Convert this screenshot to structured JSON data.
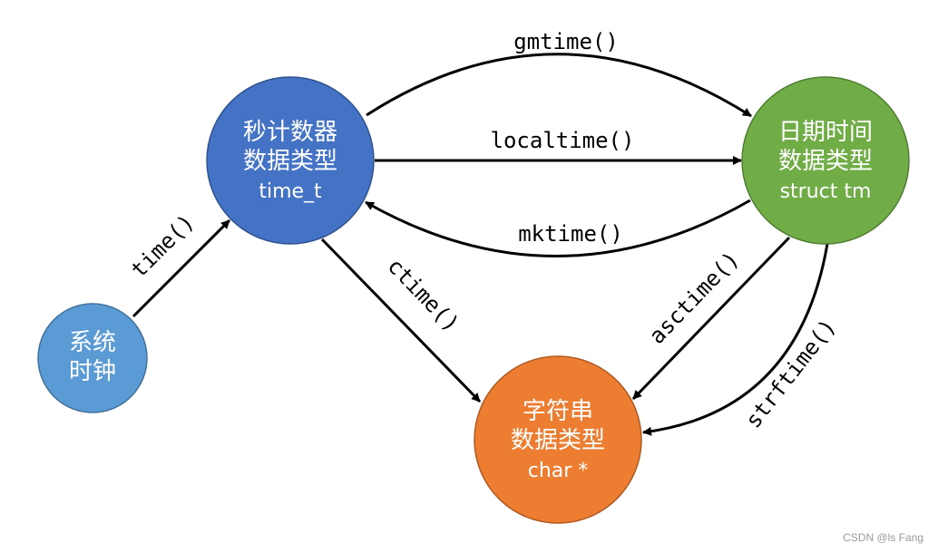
{
  "nodes": {
    "system_clock": {
      "line1": "系统",
      "line2": "时钟",
      "color": "#5b9bd5"
    },
    "seconds_type": {
      "line1": "秒计数器",
      "line2": "数据类型",
      "line3": "time_t",
      "color": "#4472c4"
    },
    "datetime_type": {
      "line1": "日期时间",
      "line2": "数据类型",
      "line3": "struct tm",
      "color": "#70ad47"
    },
    "string_type": {
      "line1": "字符串",
      "line2": "数据类型",
      "line3": "char *",
      "color": "#ed7d31"
    }
  },
  "edges": {
    "time": "time()",
    "gmtime": "gmtime()",
    "localtime": "localtime()",
    "mktime": "mktime()",
    "ctime": "ctime()",
    "asctime": "asctime()",
    "strftime": "strftime()"
  },
  "watermark": "CSDN @ls Fang"
}
